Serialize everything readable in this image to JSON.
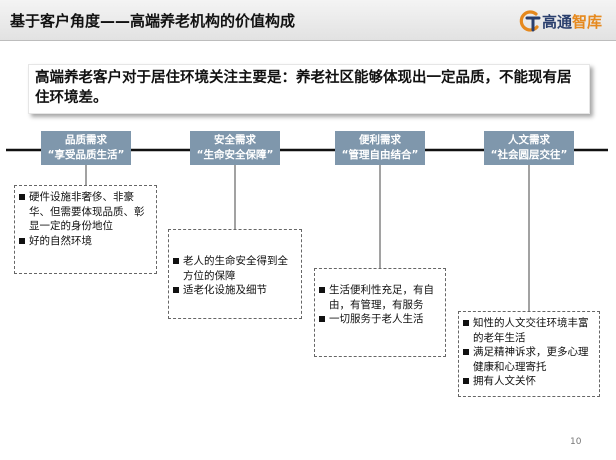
{
  "header": {
    "title": "基于客户角度——高端养老机构的价值构成",
    "logo_text_main": "高通",
    "logo_text_accent": "智库"
  },
  "callout": {
    "text": "高端养老客户对于居住环境关注主要是：养老社区能够体现出一定品质，不能现有居住环境差。"
  },
  "nodes": [
    {
      "title": "品质需求",
      "subtitle": "“享受品质生活”"
    },
    {
      "title": "安全需求",
      "subtitle": "“生命安全保障”"
    },
    {
      "title": "便利需求",
      "subtitle": "“管理自由结合”"
    },
    {
      "title": "人文需求",
      "subtitle": "“社会圆层交往”"
    }
  ],
  "details": [
    {
      "items": [
        "硬件设施非奢侈、非豪华、但需要体现品质、彰显一定的身份地位",
        "好的自然环境"
      ]
    },
    {
      "items": [
        "老人的生命安全得到全方位的保障",
        "适老化设施及细节"
      ]
    },
    {
      "items": [
        "生活便利性充足，有自由，有管理，有服务",
        "一切服务于老人生活"
      ]
    },
    {
      "items": [
        "知性的人文交往环境丰富的老年生活",
        "满足精神诉求，更多心理健康和心理寄托",
        "拥有人文关怀"
      ]
    }
  ],
  "colors": {
    "node_fill": "#7f97ac",
    "logo_blue": "#2a3f6d",
    "logo_orange": "#e6891d"
  },
  "footer": {
    "page_number": "10"
  }
}
